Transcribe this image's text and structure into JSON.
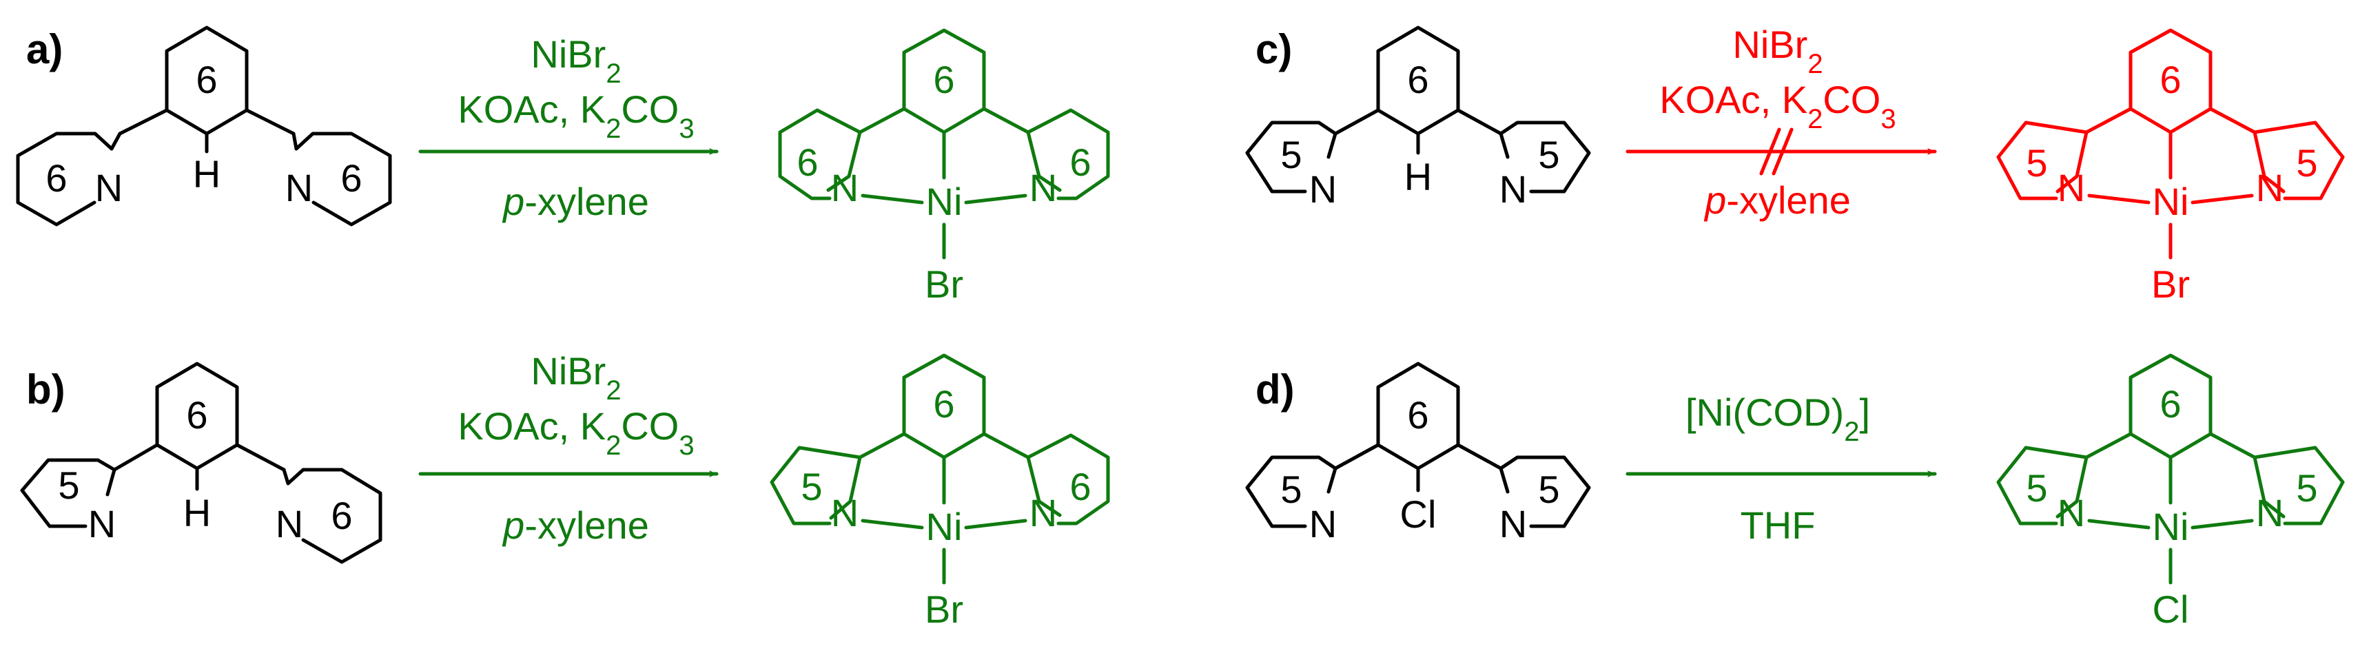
{
  "colors": {
    "reactant": "#000000",
    "product_ok": "#0f7a0f",
    "product_fail": "#ff0000"
  },
  "labels": {
    "a": "a)",
    "b": "b)",
    "c": "c)",
    "d": "d)"
  },
  "rings": {
    "six": "6",
    "five": "5"
  },
  "atoms": {
    "N": "N",
    "H": "H",
    "Ni": "Ni",
    "Br": "Br",
    "Cl": "Cl"
  },
  "conditions": {
    "a": {
      "reagent": "NiBr",
      "reagent_sub": "2",
      "base_1": "KOAc, K",
      "base_sub_1": "2",
      "base_2": "CO",
      "base_sub_2": "3",
      "solvent_italic": "p",
      "solvent_rest": "-xylene"
    },
    "b": {
      "reagent": "NiBr",
      "reagent_sub": "2",
      "base_1": "KOAc, K",
      "base_sub_1": "2",
      "base_2": "CO",
      "base_sub_2": "3",
      "solvent_italic": "p",
      "solvent_rest": "-xylene"
    },
    "c": {
      "reagent": "NiBr",
      "reagent_sub": "2",
      "base_1": "KOAc, K",
      "base_sub_1": "2",
      "base_2": "CO",
      "base_sub_2": "3",
      "solvent_italic": "p",
      "solvent_rest": "-xylene"
    },
    "d": {
      "reagent_open": "[Ni(COD)",
      "reagent_sub": "2",
      "reagent_close": "]",
      "solvent": "THF"
    }
  }
}
